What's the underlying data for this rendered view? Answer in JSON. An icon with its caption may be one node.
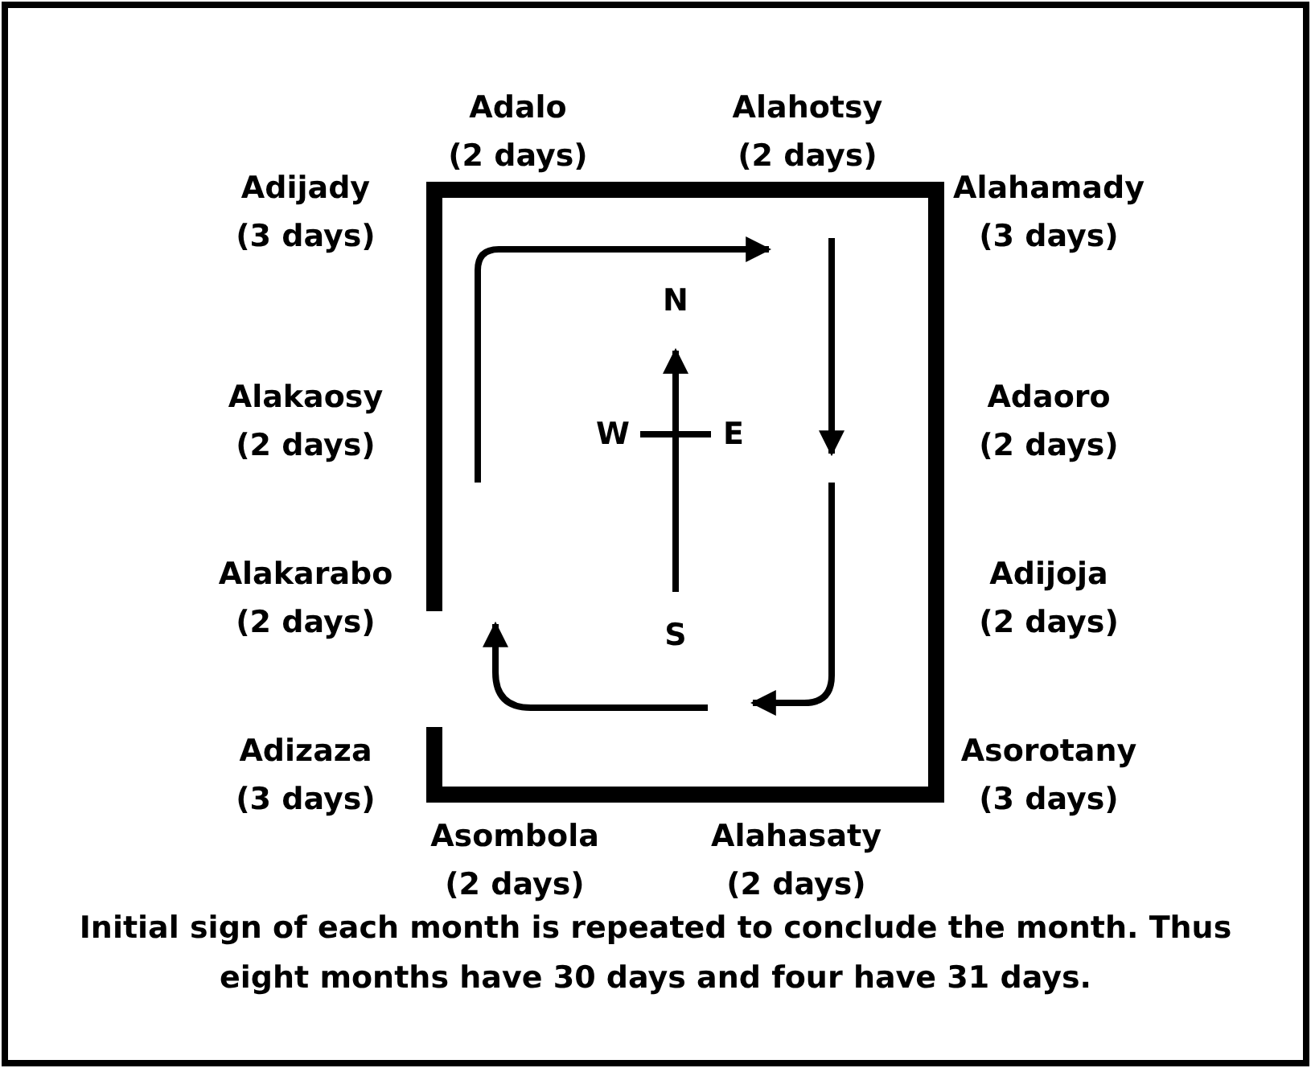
{
  "diagram": {
    "caption": "Initial sign of each month is repeated to conclude the month. Thus eight months have 30 days and four have 31 days.",
    "labels": [
      "Adalo (2 days)",
      "Alahotsy (2 days)",
      "Adijady (3 days)",
      "Alahamady (3 days)",
      "N",
      "Alakaosy (2 days)",
      "W",
      "E",
      "Adaoro (2 days)",
      "Alakarabo (2 days)",
      "S",
      "Adijoja (2 days)",
      "Adizaza (3 days)",
      "Asorotany (3 days)",
      "Asombola (2 days)",
      "Alahasaty (2 days)"
    ]
  }
}
